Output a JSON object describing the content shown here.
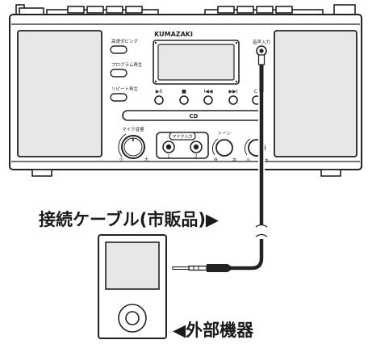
{
  "brand": "KUMAZAKI",
  "cd_label": "CD",
  "buttons": {
    "dubbing": "高速ダビング",
    "program": "プログラム再生",
    "repeat": "リピート再生",
    "line_in": "音声入力"
  },
  "transport": {
    "play_pause": "▶II",
    "stop": "■",
    "prev": "I◀◀",
    "next": "▶▶I",
    "open": "C"
  },
  "mic_volume": {
    "label": "マイク音量",
    "min": "小",
    "max": "大"
  },
  "mic_input": {
    "label": "マイク入力",
    "jack1": "1",
    "jack2": "2"
  },
  "tone": {
    "label": "トーン",
    "low": "低",
    "high": "高"
  },
  "volume": {
    "min": "小",
    "max": "大"
  },
  "cable_label": "接続ケーブル(市販品)▶",
  "device_label": "◀外部機器"
}
